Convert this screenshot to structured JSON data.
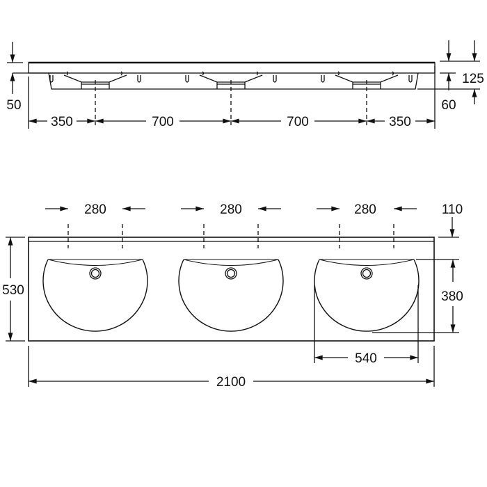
{
  "title": "Triple washbasin technical drawing",
  "side_view": {
    "dims": {
      "left_height": "50",
      "total_height": "125",
      "bowl_depth": "60",
      "spacing": [
        "350",
        "700",
        "700",
        "350"
      ]
    }
  },
  "top_view": {
    "hole_spacing": [
      "280",
      "280",
      "280"
    ],
    "back_edge": "110",
    "depth": "530",
    "bowl_depth": "380",
    "bowl_width": "540",
    "total_width": "2100"
  }
}
